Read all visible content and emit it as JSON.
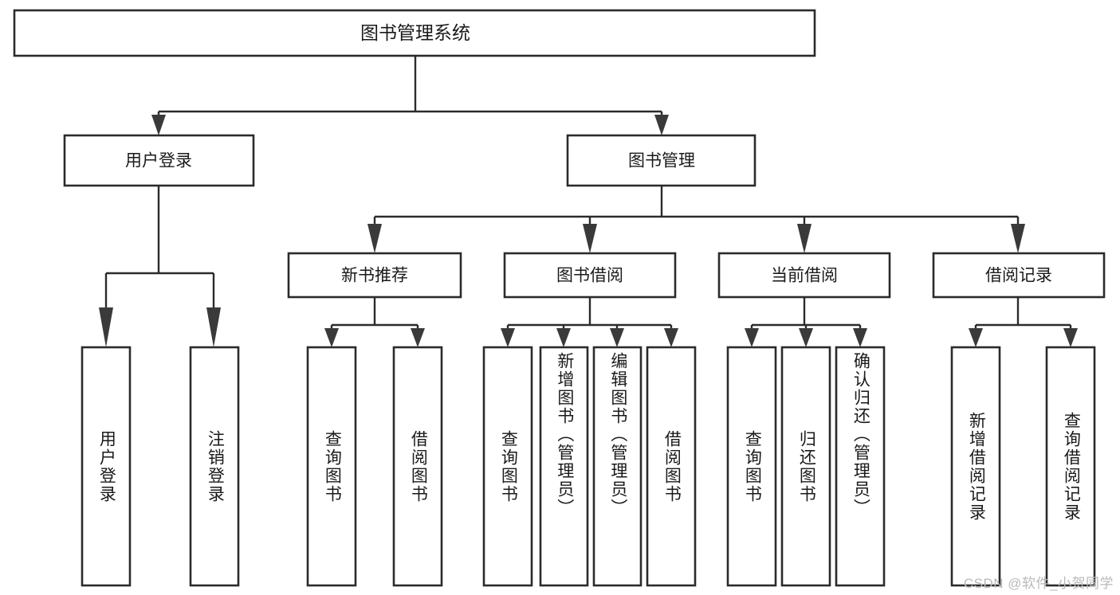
{
  "diagram": {
    "type": "tree-hierarchy",
    "title_node": {
      "label": "图书管理系统"
    },
    "level2": [
      {
        "label": "用户登录"
      },
      {
        "label": "图书管理"
      }
    ],
    "level3": [
      {
        "label": "新书推荐"
      },
      {
        "label": "图书借阅"
      },
      {
        "label": "当前借阅"
      },
      {
        "label": "借阅记录"
      }
    ],
    "leaves": {
      "user_login": [
        {
          "label": "用户登录"
        },
        {
          "label": "注销登录"
        }
      ],
      "new_book_recommend": [
        {
          "label": "查询图书"
        },
        {
          "label": "借阅图书"
        }
      ],
      "book_borrow": [
        {
          "label": "查询图书"
        },
        {
          "label": "新增图书（管理员）"
        },
        {
          "label": "编辑图书（管理员）"
        },
        {
          "label": "借阅图书"
        }
      ],
      "current_borrow": [
        {
          "label": "查询图书"
        },
        {
          "label": "归还图书"
        },
        {
          "label": "确认归还（管理员）"
        }
      ],
      "borrow_records": [
        {
          "label": "新增借阅记录"
        },
        {
          "label": "查询借阅记录"
        }
      ]
    }
  },
  "watermark": {
    "text": "CSDN @软件_小贺同学"
  },
  "colors": {
    "box_stroke": "#2b2b2b",
    "box_fill": "#ffffff",
    "text": "#1a1a1a",
    "connector": "#2b2b2b",
    "watermark": "#b9b9b9",
    "background": "#ffffff"
  }
}
